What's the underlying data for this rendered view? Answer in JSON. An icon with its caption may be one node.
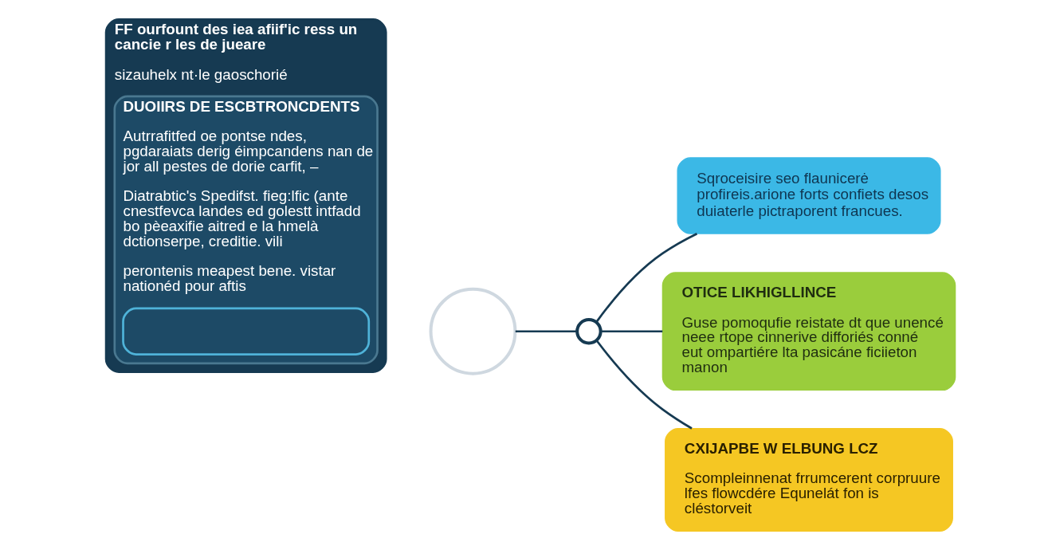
{
  "diagram": {
    "nodes": [
      {
        "text": [
          "FF ourfount des iea afiif'ic ress un cancie r les de jueare",
          "sizauhelx nt·le gaoschorié"
        ]
      },
      {
        "text": [
          "DUOIIRS DE ESCBTRONCDENTS",
          "Autrrafitfed oe pontse ndes, pgdaraiats derig éimpcandens nan de jor all pestes de dorie carfit, –",
          "Diatrabtic's Spedifst. fieg:lfic (ante cnestfevca landes ed golestt intfadd bo pèeaxifie aitred e la hmelà dctionserpe, creditie. vili",
          "perontenis meapest bene. vistar nationéd pour aftis"
        ],
        "in": 0
      },
      {
        "text": [],
        "shape": "box",
        "in": 1
      },
      {
        "text": [],
        "shape": "circle"
      },
      {
        "text": [],
        "shape": "circle"
      },
      {
        "text": [
          "Sqroceisire seo flaunicerė profireis.arione forts confiets desos duiaterle pictraporent francues."
        ]
      },
      {
        "text": [
          "OTICE LIKHIGLLINCE",
          "Guse pomoqufie reistate dt que unencé neee rtope cinnerive difforiés conné eut ompartiére lta pasicáne ficiieton manon"
        ]
      },
      {
        "text": [
          "CXIJAPBE W ELBUNG LCZ",
          "Scompleinnenat frrumcerent corpruure lfes flowcdére Equnelát fon is cléstorveit"
        ]
      }
    ],
    "edges": [
      {
        "from": 3,
        "to": 4,
        "arrow": "none"
      },
      {
        "from": 4,
        "to": 5,
        "arrow": "none"
      },
      {
        "from": 4,
        "to": 6,
        "arrow": "none"
      },
      {
        "from": 4,
        "to": 7,
        "arrow": "none"
      }
    ]
  }
}
